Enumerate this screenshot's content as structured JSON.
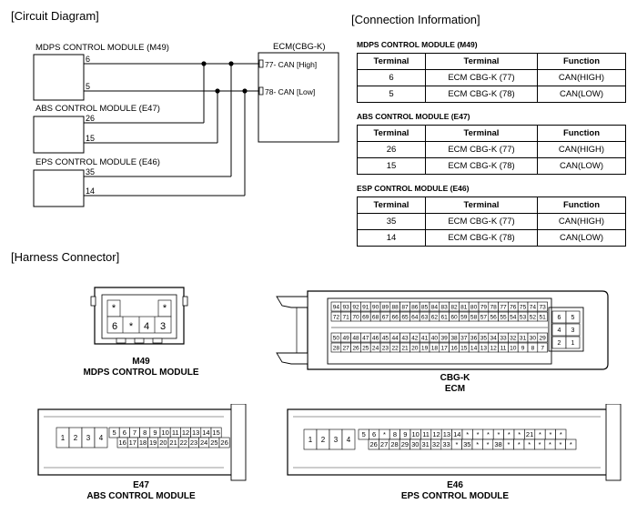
{
  "circuit": {
    "header": "[Circuit Diagram]",
    "modules": [
      {
        "name": "MDPS CONTROL MODULE (M49)",
        "pin_high": "6",
        "pin_low": "5"
      },
      {
        "name": "ABS CONTROL MODULE (E47)",
        "pin_high": "26",
        "pin_low": "15"
      },
      {
        "name": "EPS CONTROL MODULE (E46)",
        "pin_high": "35",
        "pin_low": "14"
      }
    ],
    "ecm": {
      "name": "ECM(CBG-K)",
      "high": "77- CAN [High]",
      "low": "78- CAN [Low]"
    }
  },
  "connection": {
    "header": "[Connection Information]",
    "columns": [
      "Terminal",
      "Terminal",
      "Function"
    ],
    "tables": [
      {
        "title": "MDPS CONTROL MODULE (M49)",
        "rows": [
          [
            "6",
            "ECM CBG-K (77)",
            "CAN(HIGH)"
          ],
          [
            "5",
            "ECM CBG-K (78)",
            "CAN(LOW)"
          ]
        ]
      },
      {
        "title": "ABS CONTROL MODULE (E47)",
        "rows": [
          [
            "26",
            "ECM CBG-K (77)",
            "CAN(HIGH)"
          ],
          [
            "15",
            "ECM CBG-K (78)",
            "CAN(LOW)"
          ]
        ]
      },
      {
        "title": "ESP CONTROL MODULE (E46)",
        "rows": [
          [
            "35",
            "ECM CBG-K (77)",
            "CAN(HIGH)"
          ],
          [
            "14",
            "ECM CBG-K (78)",
            "CAN(LOW)"
          ]
        ]
      }
    ]
  },
  "harness": {
    "header": "[Harness Connector]",
    "m49": {
      "code": "M49",
      "name": "MDPS CONTROL MODULE",
      "top": [
        "*",
        "*"
      ],
      "bottom": [
        "6",
        "*",
        "4",
        "3"
      ]
    },
    "ecm": {
      "code": "CBG-K",
      "name": "ECM",
      "row1": [
        "94",
        "93",
        "92",
        "91",
        "90",
        "89",
        "88",
        "87",
        "86",
        "85",
        "84",
        "83",
        "82",
        "81",
        "80",
        "79",
        "78",
        "77",
        "76",
        "75",
        "74",
        "73"
      ],
      "row2": [
        "72",
        "71",
        "70",
        "69",
        "68",
        "67",
        "66",
        "65",
        "64",
        "63",
        "62",
        "61",
        "60",
        "59",
        "58",
        "57",
        "56",
        "55",
        "54",
        "53",
        "52",
        "51"
      ],
      "row3": [
        "50",
        "49",
        "48",
        "47",
        "46",
        "45",
        "44",
        "43",
        "42",
        "41",
        "40",
        "39",
        "38",
        "37",
        "36",
        "35",
        "34",
        "33",
        "32",
        "31",
        "30",
        "29"
      ],
      "row4": [
        "28",
        "27",
        "26",
        "25",
        "24",
        "23",
        "22",
        "21",
        "20",
        "19",
        "18",
        "17",
        "16",
        "15",
        "14",
        "13",
        "12",
        "11",
        "10",
        "9",
        "8",
        "7"
      ],
      "small": [
        "6",
        "5",
        "4",
        "3",
        "2",
        "1"
      ],
      "highlight": [
        "78",
        "77"
      ],
      "highlight_color": "#8fd3e8"
    },
    "e47": {
      "code": "E47",
      "name": "ABS CONTROL MODULE",
      "left": [
        "1",
        "2",
        "3",
        "4"
      ],
      "row1": [
        "5",
        "6",
        "7",
        "8",
        "9",
        "10",
        "11",
        "12",
        "13",
        "14",
        "15"
      ],
      "row2": [
        "16",
        "17",
        "18",
        "19",
        "20",
        "21",
        "22",
        "23",
        "24",
        "25",
        "26"
      ]
    },
    "e46": {
      "code": "E46",
      "name": "EPS CONTROL MODULE",
      "left": [
        "1",
        "2",
        "3",
        "4"
      ],
      "row1": [
        "5",
        "6",
        "*",
        "8",
        "9",
        "10",
        "11",
        "12",
        "13",
        "14",
        "*",
        "*",
        "*",
        "*",
        "*",
        "*",
        "21",
        "*",
        "*",
        "*"
      ],
      "row2": [
        "26",
        "27",
        "28",
        "29",
        "30",
        "31",
        "32",
        "33",
        "*",
        "35",
        "*",
        "*",
        "38",
        "*",
        "*",
        "*",
        "*",
        "*",
        "*",
        "*"
      ]
    }
  }
}
